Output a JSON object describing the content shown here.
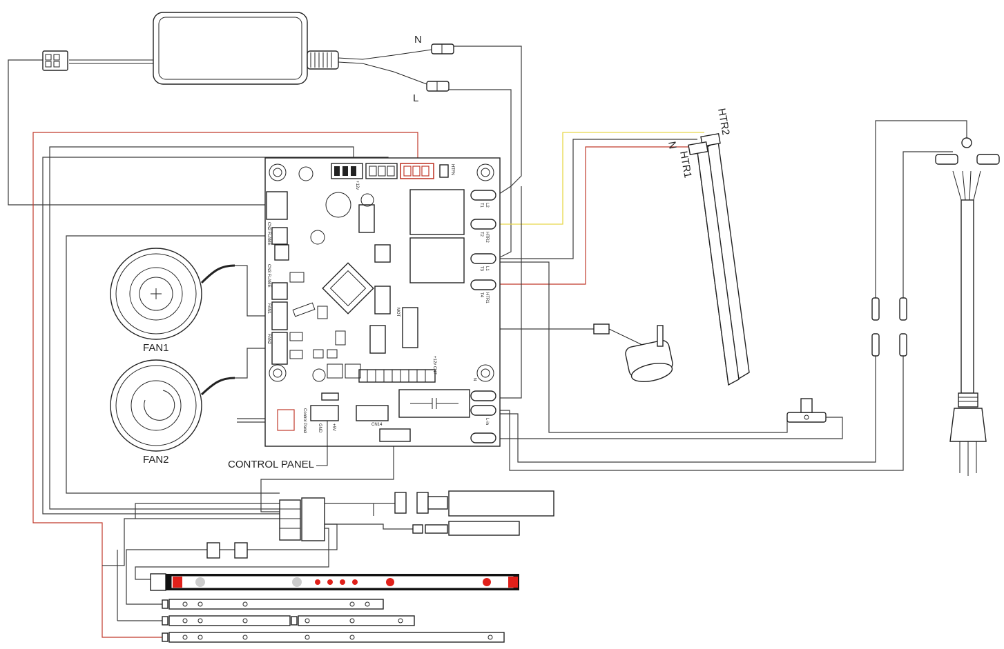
{
  "labels": {
    "neutral": "N",
    "line": "L",
    "htr2": "HTR2",
    "htr1": "HTR1",
    "heater_neutral": "N",
    "fan1": "FAN1",
    "fan2": "FAN2",
    "control_panel": "CONTROL PANEL"
  },
  "board_marks": {
    "l2": "L2",
    "t1": "T1",
    "htr2": "HTR2",
    "t2": "T2",
    "l1": "L1",
    "t3": "T3",
    "htr1": "HTR1",
    "t4": "T4",
    "l_in": "L-in",
    "n": "N",
    "htfn": "HTFN",
    "plus12v_top": "+12v",
    "plus12v_cn7": "+12v CN7",
    "cn2": "CN2 FLAME",
    "cn3": "CN3 FLAME",
    "fan1": "FAN1",
    "fan2": "FAN2",
    "mot": "MOT",
    "gnd": "GND",
    "plus5v": "+5V",
    "ctrl": "Control Panel",
    "cn14": "CN14"
  },
  "colors": {
    "wire": "#3a3a3a",
    "wire_red": "#c0392b",
    "wire_yellow": "#e8d84a",
    "led": "#e0201a"
  }
}
